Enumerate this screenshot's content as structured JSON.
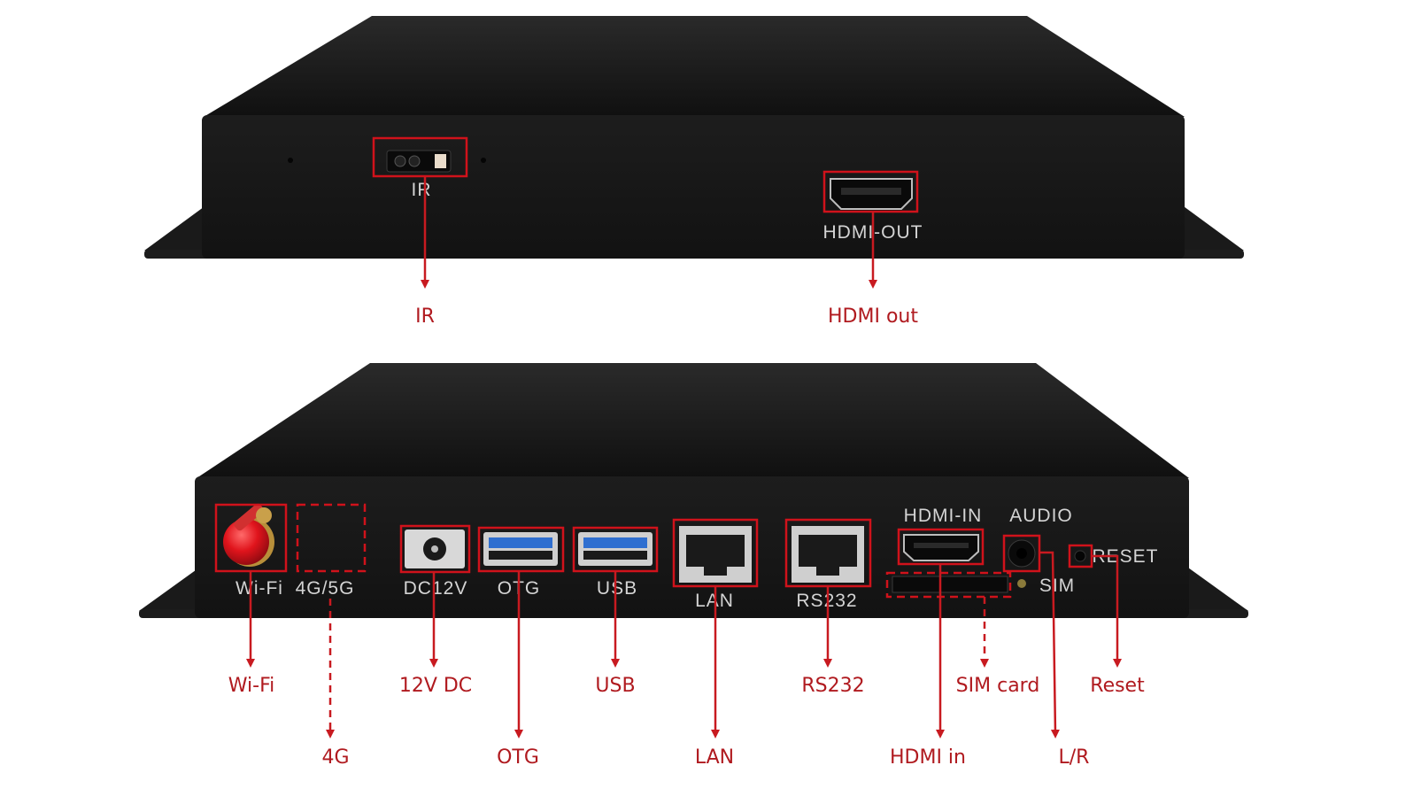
{
  "front_panel": {
    "printed": {
      "ir": "IR",
      "hdmi_out": "HDMI-OUT"
    },
    "callouts": {
      "ir": "IR",
      "hdmi_out": "HDMI out"
    }
  },
  "rear_panel": {
    "printed": {
      "wifi": "Wi-Fi",
      "cellular": "4G/5G",
      "dc": "DC12V",
      "otg": "OTG",
      "usb": "USB",
      "lan": "LAN",
      "rs232": "RS232",
      "hdmi_in": "HDMI-IN",
      "audio": "AUDIO",
      "reset": "RESET",
      "sim": "SIM"
    },
    "callouts": {
      "wifi": "Wi-Fi",
      "dc": "12V DC",
      "usb": "USB",
      "rs232": "RS232",
      "sim": "SIM card",
      "reset": "Reset",
      "cellular": "4G",
      "otg": "OTG",
      "lan": "LAN",
      "hdmi_in": "HDMI in",
      "audio": "L/R"
    }
  },
  "colors": {
    "chassis": "#181818",
    "callout_red": "#b01a1f",
    "highlight_red": "#d0121b",
    "usb_blue": "#2f6fd0",
    "antenna_red": "#e0141c"
  }
}
